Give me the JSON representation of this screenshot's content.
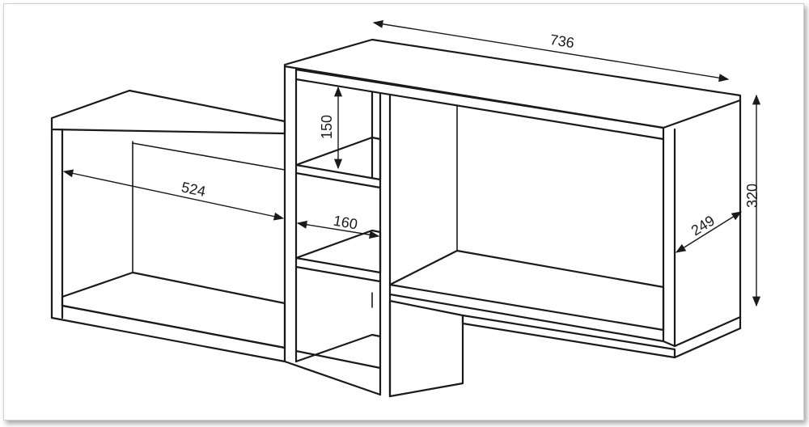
{
  "dimensions": {
    "total_width": "736",
    "total_height": "320",
    "depth": "249",
    "left_width": "524",
    "shelf_width": "160",
    "shelf_height": "150"
  }
}
